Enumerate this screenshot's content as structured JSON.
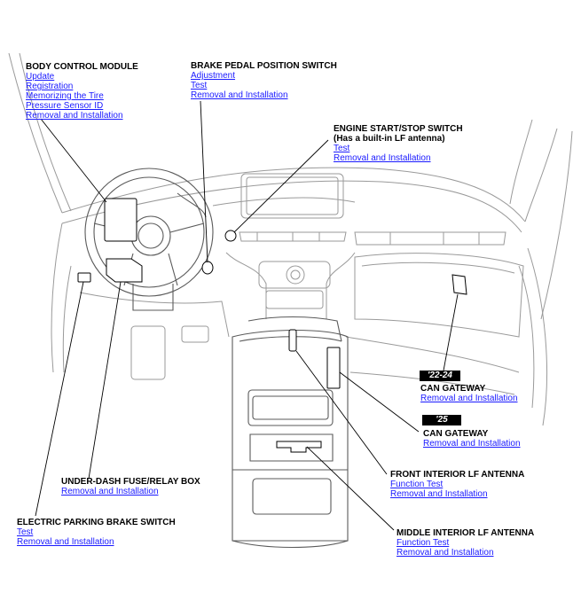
{
  "components": {
    "bcm": {
      "title": "BODY CONTROL MODULE",
      "links": [
        "Update",
        "Registration",
        "Memorizing the Tire",
        "Pressure Sensor ID",
        "Removal and Installation"
      ]
    },
    "bpps": {
      "title": "BRAKE PEDAL POSITION SWITCH",
      "links": [
        "Adjustment",
        "Test",
        "Removal and Installation"
      ]
    },
    "engine_start": {
      "title": "ENGINE START/STOP SWITCH",
      "subtitle": "(Has a built-in LF antenna)",
      "links": [
        "Test",
        "Removal and Installation"
      ]
    },
    "can_gateway_a": {
      "badge": "'22-24",
      "title": "CAN GATEWAY",
      "links": [
        "Removal and Installation"
      ]
    },
    "can_gateway_b": {
      "badge": "'25",
      "title": "CAN GATEWAY",
      "links": [
        "Removal and Installation"
      ]
    },
    "fuse_box": {
      "title": "UNDER-DASH FUSE/RELAY BOX",
      "links": [
        "Removal and Installation"
      ]
    },
    "front_antenna": {
      "title": "FRONT INTERIOR LF ANTENNA",
      "links": [
        "Function Test",
        "Removal and Installation"
      ]
    },
    "epb_switch": {
      "title": "ELECTRIC PARKING BRAKE SWITCH",
      "links": [
        "Test",
        "Removal and Installation"
      ]
    },
    "middle_antenna": {
      "title": "MIDDLE INTERIOR LF ANTENNA",
      "links": [
        "Function Test",
        "Removal and Installation"
      ]
    }
  }
}
